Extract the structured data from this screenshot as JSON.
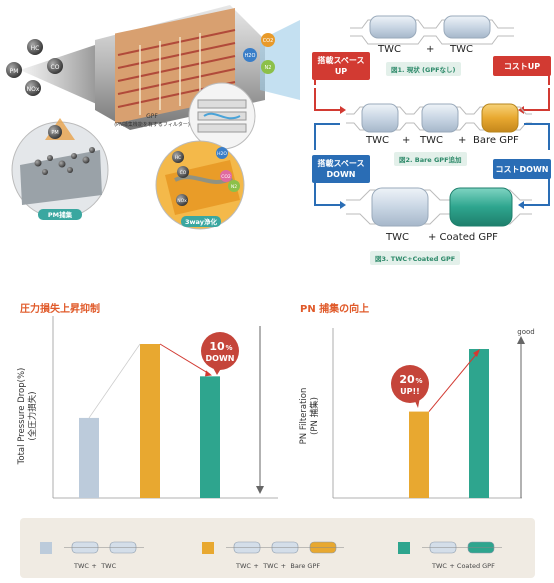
{
  "illustration": {
    "gas_in": [
      "HC",
      "CO",
      "PM",
      "NOx"
    ],
    "gas_out": [
      "H2O",
      "CO2",
      "N2"
    ],
    "gpf_label": "GPF",
    "gpf_sub": "(PN捕集機能を有するフィルター)",
    "pm_badge": "PM",
    "pm_caption": "PM捕集",
    "cat_gases": [
      "CO",
      "HC",
      "NOx",
      "H2O",
      "CO2",
      "N2"
    ],
    "cat_caption": "3way浄化"
  },
  "flow": {
    "row1": {
      "labels": [
        "TWC",
        "+",
        "TWC"
      ],
      "caption": "図1. 現状 (GPFなし)"
    },
    "row2": {
      "labels": [
        "TWC",
        "+",
        "TWC",
        "+",
        "Bare GPF"
      ],
      "caption": "図2. Bare GPF追加"
    },
    "row3": {
      "labels": [
        "TWC",
        "+ Coated GPF"
      ],
      "caption": "図3. TWC+Coated GPF"
    },
    "left_up": "搭載スペース\nUP",
    "right_up": "コストUP",
    "left_down": "搭載スペース\nDOWN",
    "right_down": "コストDOWN"
  },
  "colors": {
    "blue_gray": "#bccbdb",
    "orange": "#e8a830",
    "teal": "#2ea58e",
    "red": "#d23a32",
    "navy": "#2a6db5"
  },
  "chart_left": {
    "title": "圧力損失上昇抑制",
    "ylabel": "Total Pressure Drop(%)",
    "ylabel_jp": "(全圧力損失)",
    "badge_num": "10",
    "badge_pct": "%",
    "badge_word": "DOWN"
  },
  "chart_right": {
    "title": "PN 捕集の向上",
    "ylabel": "PN Filteration",
    "ylabel_jp": "(PN 捕集)",
    "top_label": "good",
    "badge_num": "20",
    "badge_pct": "%",
    "badge_word": "UP!!"
  },
  "chart_data": [
    {
      "type": "bar",
      "title": "圧力損失上昇抑制",
      "ylabel": "Total Pressure Drop(%) (全圧力損失)",
      "categories": [
        "TWC+TWC",
        "TWC+TWC+Bare GPF",
        "TWC+Coated GPF"
      ],
      "values": [
        52,
        100,
        79
      ],
      "ylim": [
        0,
        100
      ],
      "annotation": "10% DOWN"
    },
    {
      "type": "bar",
      "title": "PN 捕集の向上",
      "ylabel": "PN Filteration (PN 捕集)",
      "categories": [
        "TWC+TWC+Bare GPF",
        "TWC+Coated GPF"
      ],
      "values": [
        58,
        100
      ],
      "ylim": [
        0,
        100
      ],
      "annotation": "20% UP!!"
    }
  ],
  "legend": [
    {
      "color": "#bccbdb",
      "labels": [
        "TWC",
        "+",
        "TWC"
      ]
    },
    {
      "color": "#e8a830",
      "labels": [
        "TWC",
        "+",
        "TWC",
        "+",
        "Bare GPF"
      ]
    },
    {
      "color": "#2ea58e",
      "labels": [
        "TWC",
        "+ Coated GPF"
      ]
    }
  ]
}
